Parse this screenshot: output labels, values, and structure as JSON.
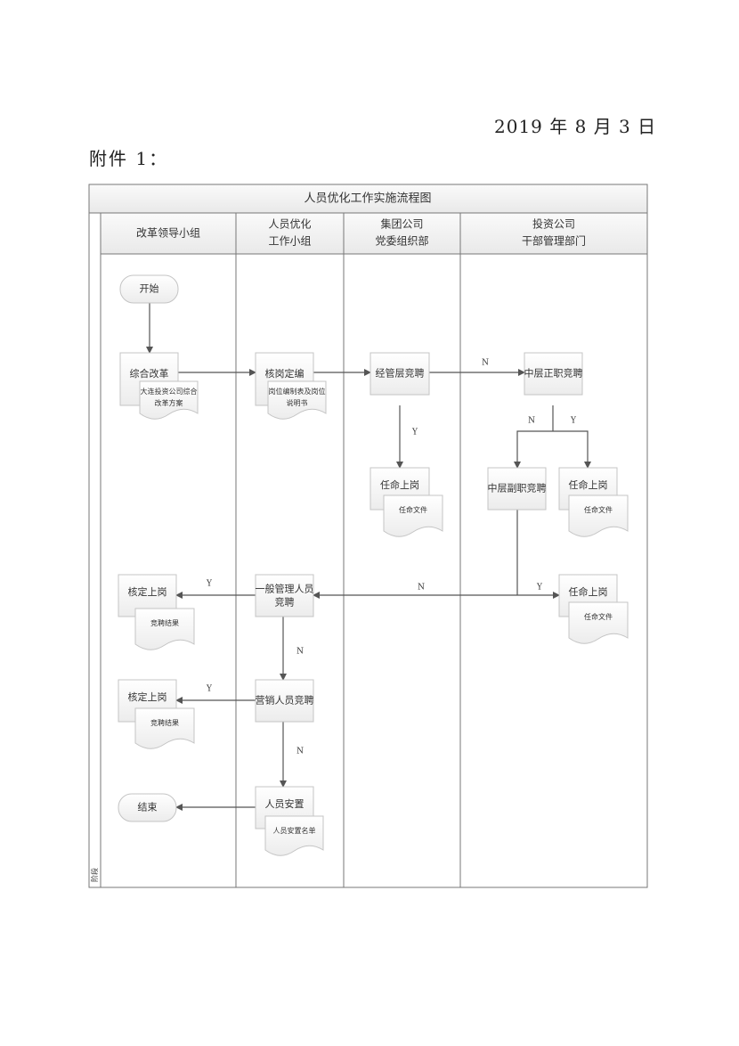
{
  "date": "2019 年 8 月 3 日",
  "attachment": "附件 1：",
  "diagram": {
    "title": "人员优化工作实施流程图",
    "stage_label": "阶段",
    "lanes": [
      {
        "line1": "改革领导小组",
        "line2": ""
      },
      {
        "line1": "人员优化",
        "line2": "工作小组"
      },
      {
        "line1": "集团公司",
        "line2": "党委组织部"
      },
      {
        "line1": "投资公司",
        "line2": "干部管理部门"
      }
    ],
    "nodes": {
      "start": "开始",
      "reform": "综合改革",
      "reform_doc": [
        "大连投资公司综合",
        "改革方案"
      ],
      "post_check": "核岗定编",
      "post_doc": [
        "岗位编制表及岗位",
        "说明书"
      ],
      "exec_compete": "经管层竞聘",
      "mid_chief": "中层正职竞聘",
      "appoint1": "任命上岗",
      "appoint1_doc": "任命文件",
      "mid_deputy": "中层副职竞聘",
      "appoint2": "任命上岗",
      "appoint2_doc": "任命文件",
      "appoint3": "任命上岗",
      "appoint3_doc": "任命文件",
      "general_mgmt": [
        "一般管理人员",
        "竞聘"
      ],
      "confirm1": "核定上岗",
      "confirm1_doc": "竞聘结果",
      "sales": "营销人员竞聘",
      "confirm2": "核定上岗",
      "confirm2_doc": "竞聘结果",
      "placement": "人员安置",
      "placement_doc": "人员安置名单",
      "end": "结束"
    },
    "edge_labels": {
      "exec_to_mid": "N",
      "exec_to_appoint": "Y",
      "mid_to_deputy": "N",
      "mid_to_appoint": "Y",
      "deputy_to_general": "N",
      "deputy_to_appoint": "Y",
      "general_to_confirm": "Y",
      "general_to_sales": "N",
      "sales_to_confirm": "Y",
      "sales_to_placement": "N"
    }
  }
}
